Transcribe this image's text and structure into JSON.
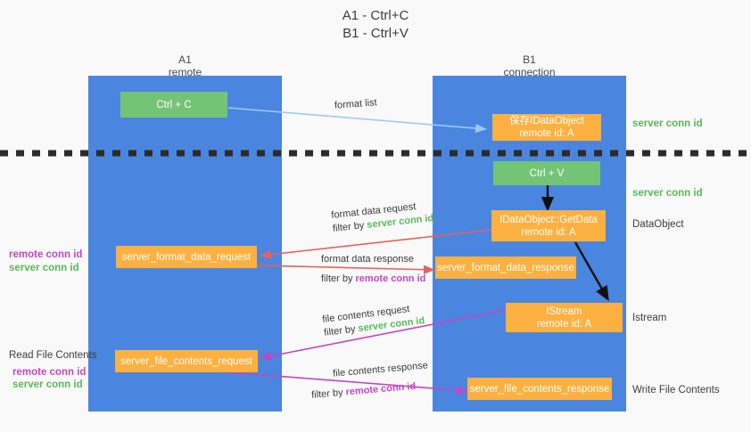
{
  "title": {
    "line1": "A1 - Ctrl+C",
    "line2": "B1 - Ctrl+V"
  },
  "lanes": [
    {
      "id": "a1",
      "name": "A1",
      "sub": "remote",
      "color": "#4a86e0"
    },
    {
      "id": "b1",
      "name": "B1",
      "sub": "connection",
      "color": "#4a86e0"
    }
  ],
  "nodes": {
    "ctrl_c": {
      "line1": "Ctrl + C",
      "line2": "",
      "color": "#74c476"
    },
    "save_dataobject": {
      "line1": "保存IDataObject",
      "line2": "remote id: A",
      "color": "#fbb040"
    },
    "ctrl_v": {
      "line1": "Ctrl + V",
      "line2": "",
      "color": "#74c476"
    },
    "getdata": {
      "line1": "IDataObject::GetData",
      "line2": "remote id: A",
      "color": "#fbb040"
    },
    "istream": {
      "line1": "IStream",
      "line2": "remote id: A",
      "color": "#fbb040"
    },
    "fmt_req": {
      "line1": "server_format_data_request",
      "line2": "",
      "color": "#fbb040"
    },
    "fmt_resp": {
      "line1": "server_format_data_response",
      "line2": "",
      "color": "#fbb040"
    },
    "file_req": {
      "line1": "server_file_contents_request",
      "line2": "",
      "color": "#fbb040"
    },
    "file_resp": {
      "line1": "server_file_contents_response",
      "line2": "",
      "color": "#fbb040"
    }
  },
  "edge_labels": {
    "format_list": "format list",
    "fmt_req_l1": "format data request",
    "fmt_req_filter_prefix": "filter by ",
    "fmt_req_filter_id": "server conn id",
    "fmt_resp_l1": "format data response",
    "fmt_resp_filter_prefix": "filter by ",
    "fmt_resp_filter_id": "remote conn id",
    "file_req_l1": "file contents request",
    "file_req_filter_prefix": "filter by ",
    "file_req_filter_id": "server conn id",
    "file_resp_l1": "file contents response",
    "file_resp_filter_prefix": "filter by ",
    "file_resp_filter_id": "remote conn id"
  },
  "annotations": {
    "right_server_conn_1": "server conn id",
    "right_server_conn_2": "server conn id",
    "right_dataobject": "DataObject",
    "right_istream": "Istream",
    "right_write_file": "Write File Contents",
    "left_read_file": "Read File Contents",
    "left_remote_conn_1": "remote conn id",
    "left_server_conn_1": "server conn id",
    "left_remote_conn_2": "remote conn id",
    "left_server_conn_2": "server conn id"
  },
  "colors": {
    "lane": "#4a86e0",
    "green_node": "#74c476",
    "orange_node": "#fbb040",
    "green_text": "#5cb85c",
    "purple_text": "#c247c2",
    "arrow_light_blue": "#9fc8ef",
    "arrow_red": "#e8615f",
    "arrow_purple": "#c247c2",
    "arrow_black": "#111111",
    "background": "#f9f9f9"
  }
}
